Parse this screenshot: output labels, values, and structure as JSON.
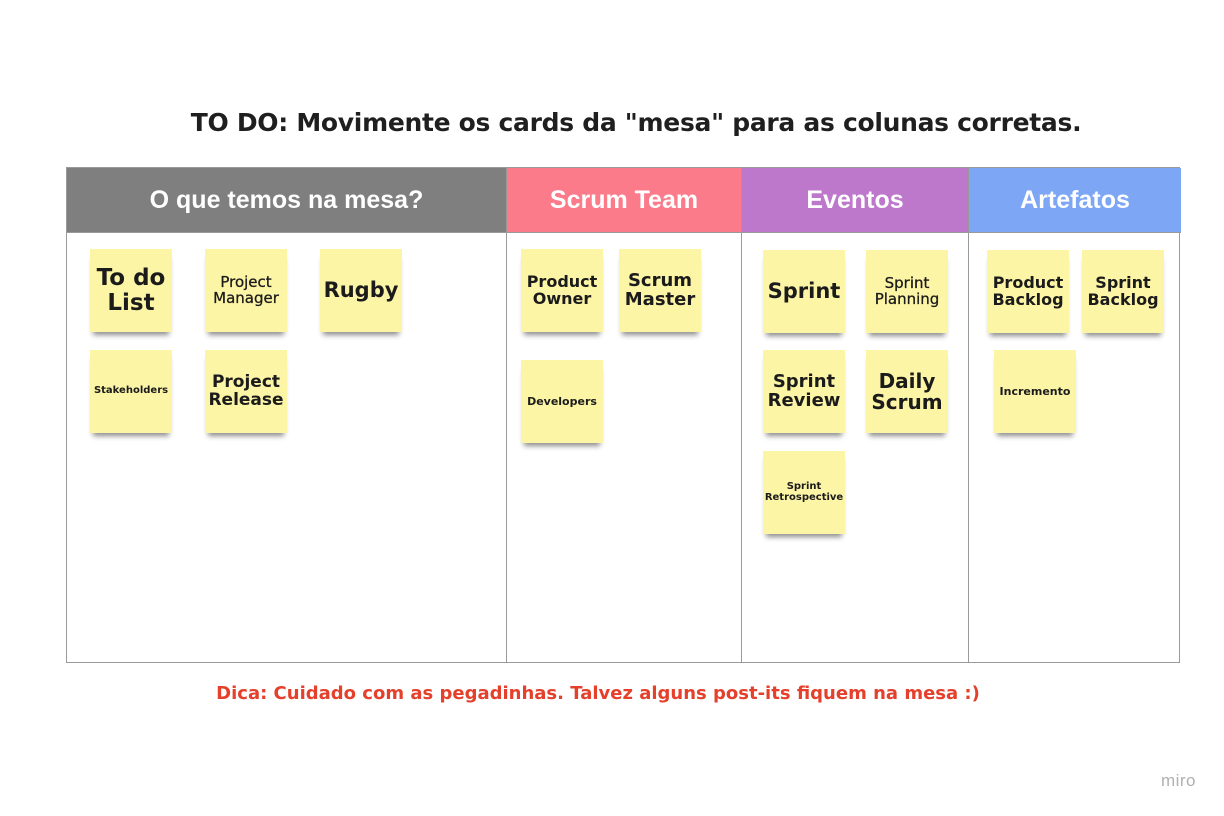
{
  "title": "TO DO: Movimente os cards da \"mesa\" para as colunas corretas.",
  "columns": [
    {
      "label": "O que temos na mesa?",
      "color": "#7f7f7f"
    },
    {
      "label": "Scrum Team",
      "color": "#fb7b8b"
    },
    {
      "label": "Eventos",
      "color": "#bd78cc"
    },
    {
      "label": "Artefatos",
      "color": "#7da6f4"
    }
  ],
  "notes": {
    "todo_list": "To do List",
    "project_manager": "Project Manager",
    "rugby": "Rugby",
    "stakeholders": "Stakeholders",
    "project_release": "Project Release",
    "product_owner": "Product Owner",
    "scrum_master": "Scrum Master",
    "developers": "Developers",
    "sprint": "Sprint",
    "sprint_planning": "Sprint Planning",
    "sprint_review": "Sprint Review",
    "daily_scrum": "Daily Scrum",
    "sprint_retrospective": "Sprint Retrospective",
    "product_backlog": "Product Backlog",
    "sprint_backlog": "Sprint Backlog",
    "incremento": "Incremento"
  },
  "tip": "Dica: Cuidado com as pegadinhas. Talvez alguns post-its fiquem na mesa :)",
  "watermark": "miro",
  "note_color": "#fdf5a6"
}
